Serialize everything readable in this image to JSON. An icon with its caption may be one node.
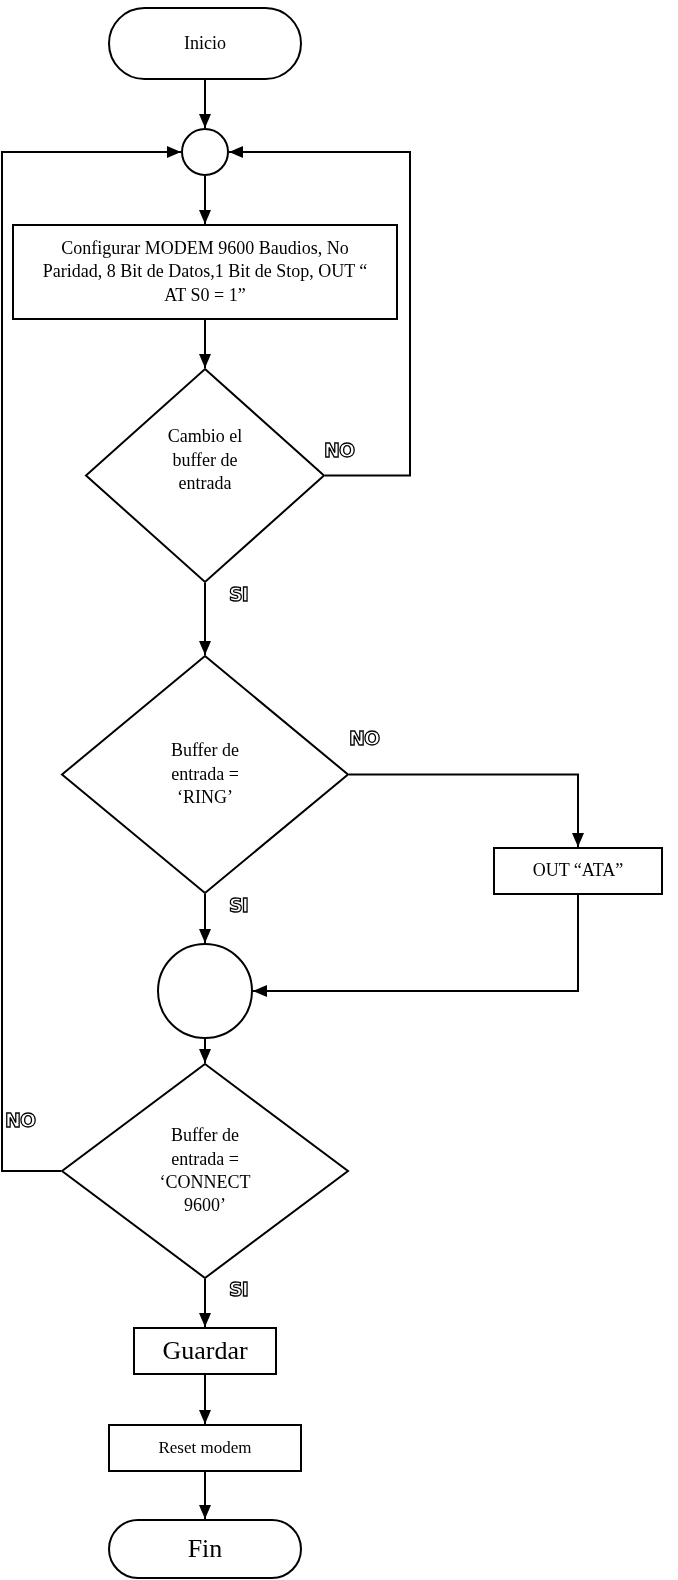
{
  "diagram": {
    "nodes": [
      {
        "text": [
          "Inicio"
        ]
      },
      {
        "text": [],
        "shape": "circle"
      },
      {
        "text": [
          "Configurar MODEM 9600 Baudios, No Paridad, 8 Bit de Datos,1 Bit de Stop, OUT “ AT S0 = 1”"
        ]
      },
      {
        "text": [
          "Cambio el buffer de entrada"
        ]
      },
      {
        "text": [
          "Buffer de entrada = ‘RING’"
        ]
      },
      {
        "text": [
          "OUT  “ATA”"
        ]
      },
      {
        "text": [],
        "shape": "circle"
      },
      {
        "text": [
          "Buffer de entrada = ‘CONNECT 9600’"
        ]
      },
      {
        "text": [
          "Guardar"
        ]
      },
      {
        "text": [
          "Reset modem"
        ]
      },
      {
        "text": [
          "Fin"
        ]
      }
    ],
    "edges": [
      {
        "from": 0,
        "to": 1,
        "arrow": "to"
      },
      {
        "from": 1,
        "to": 2,
        "arrow": "to"
      },
      {
        "from": 2,
        "to": 3,
        "arrow": "to"
      },
      {
        "from": 3,
        "to": 1,
        "arrow": "to",
        "label": "NO"
      },
      {
        "from": 3,
        "to": 4,
        "arrow": "to",
        "label": "SI"
      },
      {
        "from": 4,
        "to": 5,
        "arrow": "to",
        "label": "NO"
      },
      {
        "from": 4,
        "to": 6,
        "arrow": "to",
        "label": "SI"
      },
      {
        "from": 5,
        "to": 6,
        "arrow": "to"
      },
      {
        "from": 6,
        "to": 7,
        "arrow": "to"
      },
      {
        "from": 7,
        "to": 1,
        "arrow": "to",
        "label": "NO"
      },
      {
        "from": 7,
        "to": 8,
        "arrow": "to",
        "label": "SI"
      },
      {
        "from": 8,
        "to": 9,
        "arrow": "to"
      },
      {
        "from": 9,
        "to": 10,
        "arrow": "to"
      }
    ]
  }
}
